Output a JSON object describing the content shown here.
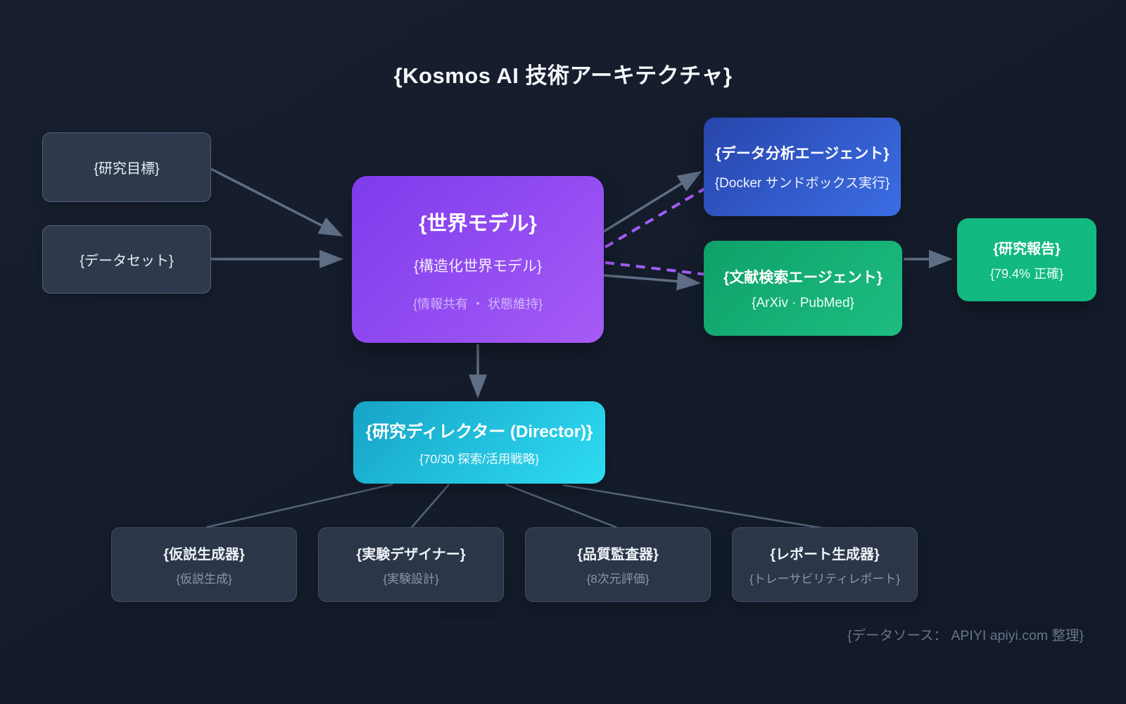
{
  "title": "{Kosmos AI 技術アーキテクチャ}",
  "footer": "{データソース： APIYI apiyi.com 整理}",
  "nodes": {
    "research_goal": {
      "label": "{研究目標}"
    },
    "dataset": {
      "label": "{データセット}"
    },
    "world_model": {
      "title": "{世界モデル}",
      "subtitle": "{構造化世界モデル}",
      "note": "{情報共有 ・ 状態維持}"
    },
    "data_analysis_agent": {
      "title": "{データ分析エージェント}",
      "subtitle": "{Docker サンドボックス実行}"
    },
    "literature_agent": {
      "title": "{文献検索エージェント}",
      "subtitle": "{ArXiv · PubMed}"
    },
    "research_report": {
      "title": "{研究報告}",
      "subtitle": "{79.4% 正確}"
    },
    "director": {
      "title": "{研究ディレクター (Director)}",
      "subtitle": "{70/30 探索/活用戦略}"
    },
    "hypothesis_generator": {
      "title": "{仮説生成器}",
      "subtitle": "{仮説生成}"
    },
    "experiment_designer": {
      "title": "{実験デザイナー}",
      "subtitle": "{実験設計}"
    },
    "quality_auditor": {
      "title": "{品質監査器}",
      "subtitle": "{8次元評価}"
    },
    "report_generator": {
      "title": "{レポート生成器}",
      "subtitle": "{トレーサビリティレポート}"
    }
  },
  "colors": {
    "bg": "#141c2b",
    "box-slate": "#2e3a4c",
    "box-slate-border": "#53627a",
    "purple-1": "#7e3bed",
    "purple-2": "#a55bf5",
    "blue-1": "#2845ab",
    "blue-2": "#3b6de4",
    "green-1": "#0fa169",
    "green-2": "#1cbd80",
    "emerald": "#12b981",
    "cyan-1": "#17a3c6",
    "cyan-2": "#2edcf2",
    "arrow": "#5f6e84",
    "dashed": "#a55cf6",
    "text-muted": "#8a95a7",
    "footer-text": "#68748a"
  }
}
